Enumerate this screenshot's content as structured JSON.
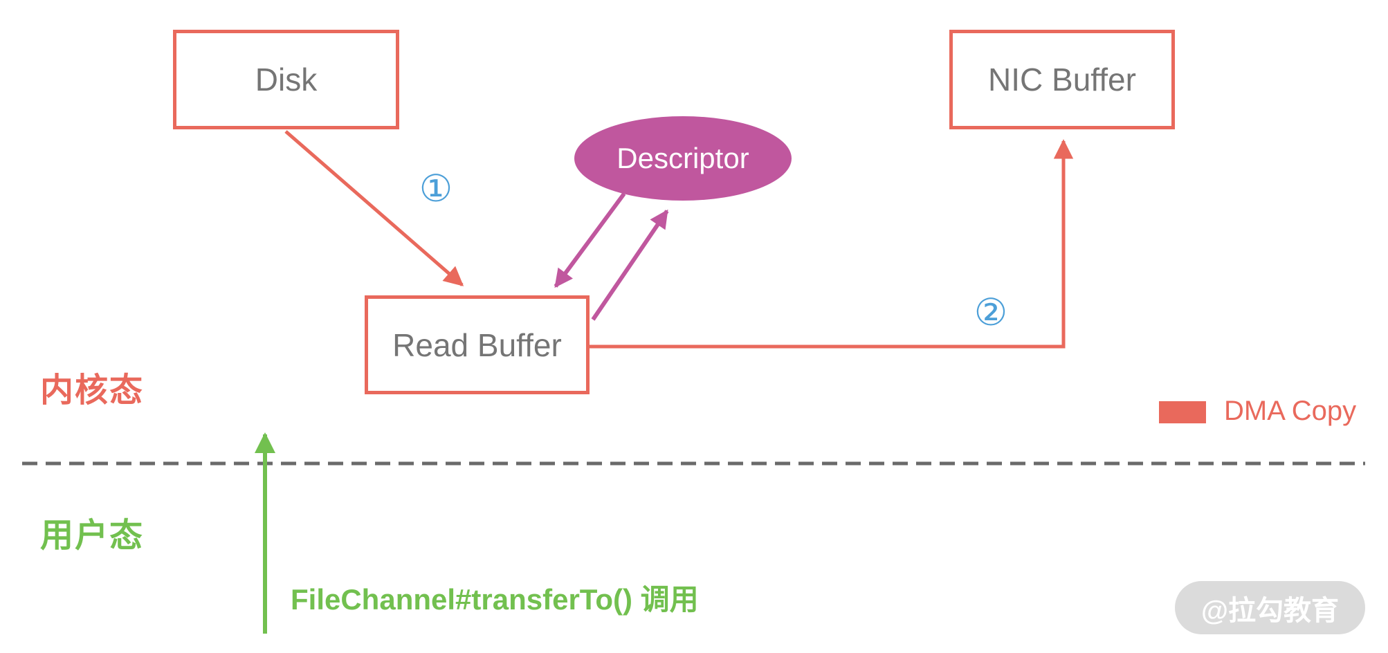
{
  "colors": {
    "salmon": "#E9695C",
    "purple": "#C0579E",
    "green": "#72C04F",
    "blue": "#4C9FD8",
    "gray_text": "#757575",
    "dash_gray": "#6A6A6A",
    "watermark_bg": "#DBDBDB",
    "watermark_text": "#FFFFFF"
  },
  "nodes": {
    "disk": {
      "label": "Disk",
      "shape": "rect"
    },
    "nic_buffer": {
      "label": "NIC Buffer",
      "shape": "rect"
    },
    "read_buffer": {
      "label": "Read Buffer",
      "shape": "rect"
    },
    "descriptor": {
      "label": "Descriptor",
      "shape": "ellipse"
    }
  },
  "steps": {
    "one": "①",
    "two": "②"
  },
  "regions": {
    "kernel": {
      "label": "内核态"
    },
    "user": {
      "label": "用户态"
    }
  },
  "separator": {
    "style": "dashed",
    "between": [
      "内核态",
      "用户态"
    ]
  },
  "call_label": "FileChannel#transferTo() 调用",
  "legend": {
    "dma_copy": {
      "label": "DMA Copy",
      "color": "#E9695C"
    }
  },
  "watermark": {
    "text": "@拉勾教育"
  },
  "edges": [
    {
      "from": "Disk",
      "to": "Read Buffer",
      "step": "①",
      "kind": "DMA Copy",
      "color": "salmon"
    },
    {
      "from": "Descriptor",
      "to": "Read Buffer",
      "kind": "pointer",
      "color": "purple"
    },
    {
      "from": "Read Buffer",
      "to": "Descriptor",
      "kind": "pointer",
      "color": "purple"
    },
    {
      "from": "Read Buffer",
      "to": "NIC Buffer",
      "step": "②",
      "kind": "DMA Copy",
      "color": "salmon"
    },
    {
      "from": "用户态",
      "to": "内核态",
      "label": "FileChannel#transferTo() 调用",
      "kind": "syscall",
      "color": "green"
    }
  ]
}
